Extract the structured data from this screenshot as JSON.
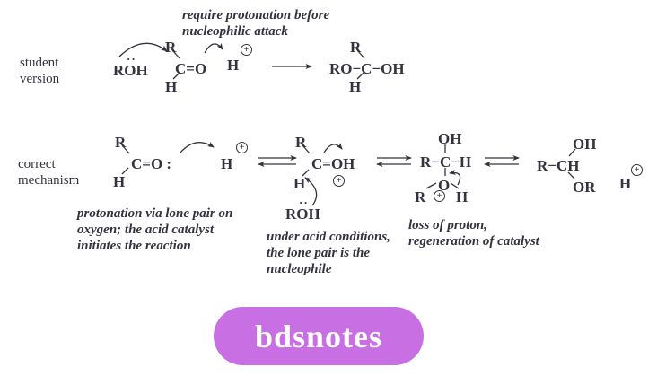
{
  "colors": {
    "ink": "#33333f",
    "badge_bg": "#c76fe3",
    "badge_text": "#ffffff"
  },
  "symbols": {
    "plus": "+",
    "lone_pair": "··"
  },
  "top_note": {
    "line1": "require protonation before",
    "line2": "nucleophilic attack"
  },
  "row_labels": {
    "student": {
      "line1": "student",
      "line2": "version"
    },
    "correct": {
      "line1": "correct",
      "line2": "mechanism"
    }
  },
  "student_version": {
    "nucleophile": "ROH",
    "r": "R",
    "carbonyl": "C=O",
    "h": "H",
    "proton": "H",
    "product": "RO−C−OH",
    "product_r": "R",
    "product_h": "H"
  },
  "correct_mechanism": {
    "s1": {
      "r": "R",
      "core": "C=O :",
      "h": "H",
      "proton": "H"
    },
    "s2": {
      "r": "R",
      "core": "C=OH",
      "h": "H",
      "nucleophile": "ROH"
    },
    "s3": {
      "oh": "OH",
      "core": "R−C−H",
      "o": "O",
      "r": "R",
      "h": "H"
    },
    "s4": {
      "core": "R−CH",
      "oh": "OH",
      "or": "OR",
      "proton": "H"
    }
  },
  "notes": {
    "note1": {
      "line1": "protonation via lone pair on",
      "line2": "oxygen; the acid catalyst",
      "line3": "initiates the reaction"
    },
    "note2": {
      "line1": "under acid conditions,",
      "line2": "the lone pair is the",
      "line3": "nucleophile"
    },
    "note3": {
      "line1": "loss of proton,",
      "line2": "regeneration of catalyst"
    }
  },
  "badge": {
    "label": "bdsnotes"
  }
}
